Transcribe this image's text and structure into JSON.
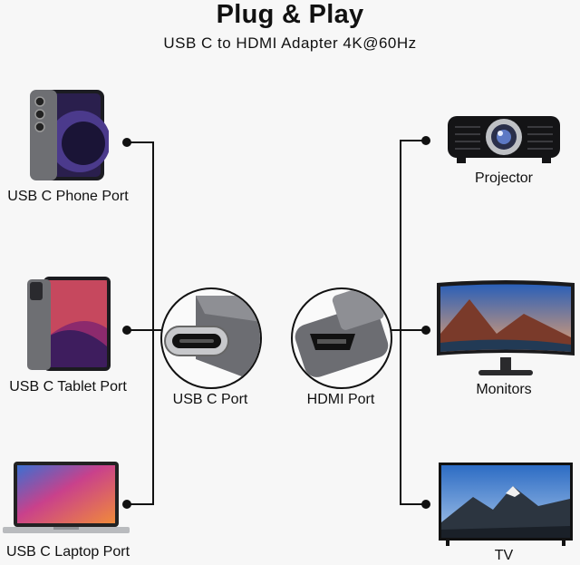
{
  "header": {
    "title": "Plug & Play",
    "subtitle": "USB C to HDMI Adapter 4K@60Hz"
  },
  "sources": [
    {
      "label": "USB C Phone Port"
    },
    {
      "label": "USB C Tablet Port"
    },
    {
      "label": "USB C Laptop Port"
    }
  ],
  "connectors": {
    "usbc": "USB C Port",
    "hdmi": "HDMI Port"
  },
  "outputs": [
    {
      "label": "Projector"
    },
    {
      "label": "Monitors"
    },
    {
      "label": "TV"
    }
  ],
  "colors": {
    "line": "#111111",
    "device_gray": "#6e6f73",
    "screen_purple": "#3a2b6a",
    "sky_blue": "#3d79c8"
  }
}
